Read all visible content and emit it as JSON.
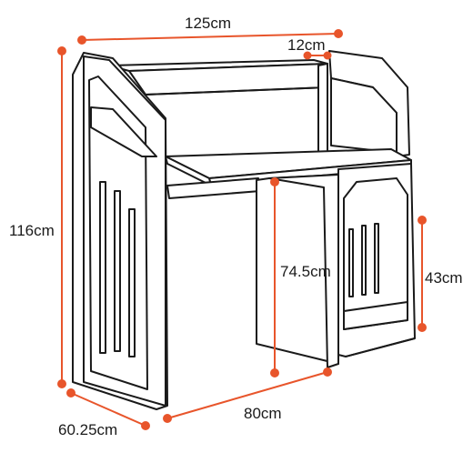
{
  "dimensions": {
    "width": "125cm",
    "shelf_depth": "12cm",
    "height": "116cm",
    "desk_height": "74.5cm",
    "cabinet_height": "43cm",
    "depth": "60.25cm",
    "desk_width": "80cm"
  },
  "colors": {
    "dimension_line": "#e8552b",
    "outline": "#1a1a1a",
    "fill": "#ffffff"
  }
}
